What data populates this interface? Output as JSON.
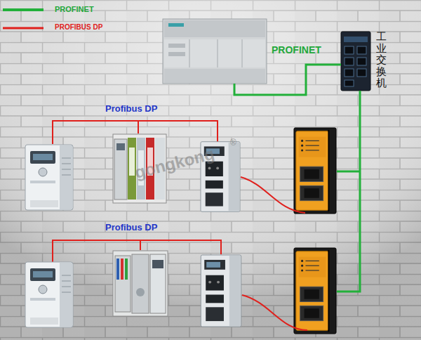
{
  "diagram": {
    "nodes": [
      {
        "text": [
          "工业交换机"
        ]
      }
    ],
    "labels": [
      "PROFINET",
      "Profibus DP",
      "Profibus DP",
      "gongkong",
      "®"
    ],
    "legend": [
      {
        "text": "PROFINET"
      },
      {
        "text": "PROFIBUS DP"
      }
    ]
  }
}
